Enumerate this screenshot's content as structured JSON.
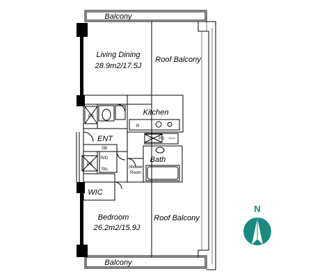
{
  "rooms": {
    "balcony_top": "Balcony",
    "balcony_bottom": "Balcony",
    "living_name": "Living Dining",
    "living_area": "28.9m2/17.5J",
    "roof_balcony_top": "Roof Balcony",
    "roof_balcony_bottom": "Roof Balcony",
    "kitchen": "Kitchen",
    "entrance": "ENT",
    "bath": "Bath",
    "wic": "WIC",
    "bedroom_name": "Bedroom",
    "bedroom_area": "26.2m2/15.9J"
  },
  "small_labels": {
    "ps1": "PS",
    "ps2": "PS",
    "ps3": "PS",
    "sb": "SB",
    "rd": "R/D",
    "sto": "Sto.",
    "r": "R",
    "shower_line1": "Shower",
    "shower_line2": "Room"
  },
  "compass": {
    "label": "N",
    "color": "#1a8a80"
  }
}
